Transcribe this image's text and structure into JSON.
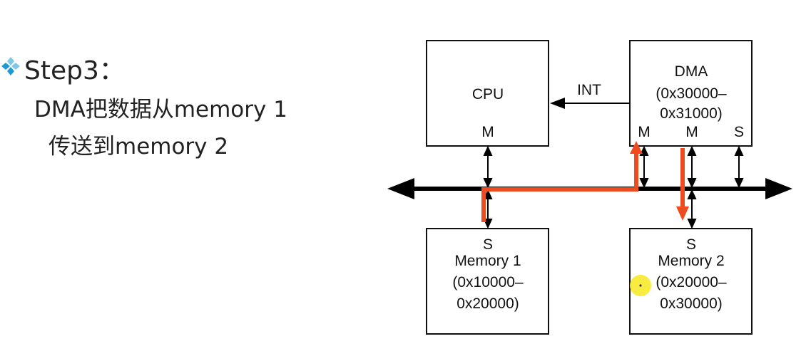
{
  "text": {
    "step_title": "Step3：",
    "line1": "DMA把数据从memory 1",
    "line2": "传送到memory 2"
  },
  "icons": {
    "bullet": "diamond-bullet-icon"
  },
  "colors": {
    "data_path": "#ee4b1e",
    "bus": "#000000",
    "cursor_highlight": "#f6ea2a",
    "bullet_primary": "#1d9ad6",
    "bullet_secondary": "#7fc7ea"
  },
  "diagram": {
    "cpu": {
      "name": "CPU",
      "port": "M"
    },
    "dma": {
      "name": "DMA",
      "range_line1": "(0x30000–",
      "range_line2": "0x31000)",
      "port_m1": "M",
      "port_m2": "M",
      "port_s": "S"
    },
    "int_label": "INT",
    "memory1": {
      "port": "S",
      "name": "Memory 1",
      "range_line1": "(0x10000–",
      "range_line2": "0x20000)"
    },
    "memory2": {
      "port": "S",
      "name": "Memory 2",
      "range_line1": "(0x20000–",
      "range_line2": "0x30000)"
    }
  }
}
